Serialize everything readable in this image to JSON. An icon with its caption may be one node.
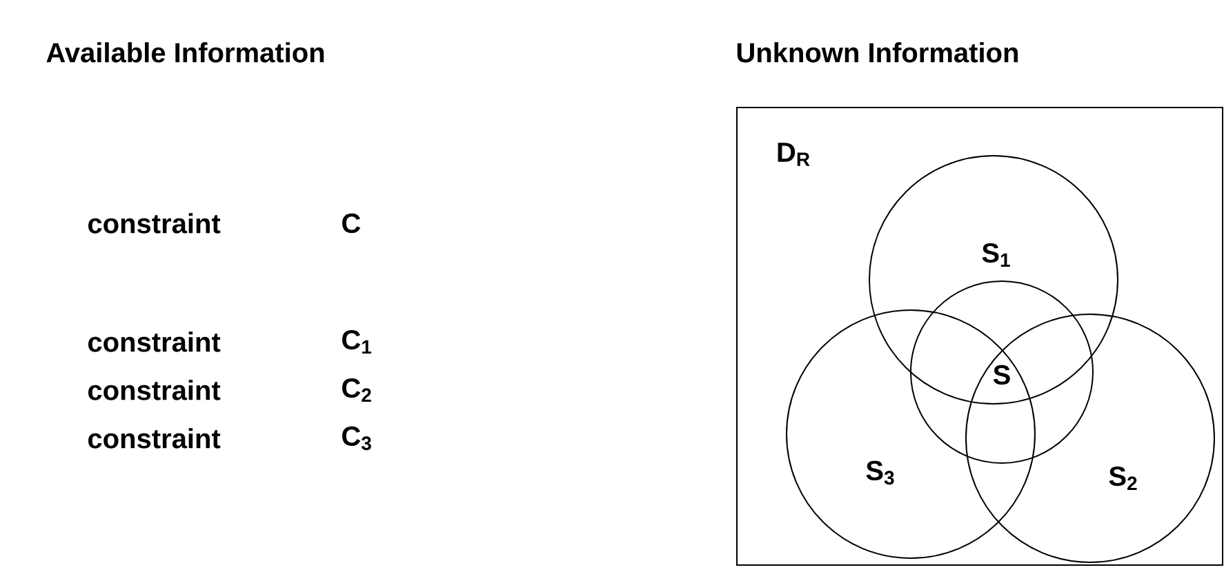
{
  "diagram": {
    "nodes": [
      {
        "text": [
          "D$_{R}$"
        ]
      },
      {
        "text": [
          "S$_{1}$"
        ],
        "in": 0
      },
      {
        "text": [
          "S"
        ],
        "in": 0
      },
      {
        "text": [
          "S$_{3}$"
        ],
        "in": 0
      },
      {
        "text": [
          "S$_{2}$"
        ],
        "in": 0
      }
    ],
    "labels": [
      "Available Information",
      "Unknown  Information",
      "constraint",
      "C",
      "constraint",
      "C$_{1}$",
      "constraint",
      "C$_{2}$",
      "constraint",
      "C$_{3}$"
    ]
  }
}
